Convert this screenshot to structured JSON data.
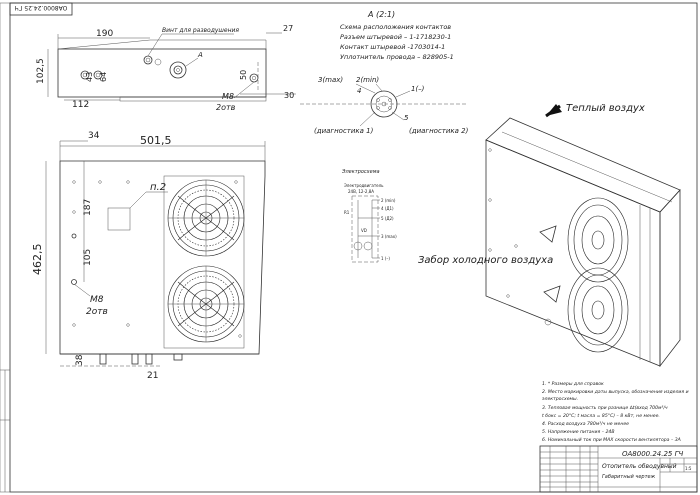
{
  "stamp": {
    "code": "OA8000.24.25 ГЧ"
  },
  "top_view": {
    "dims": {
      "d190": "190",
      "d27": "27",
      "d102": "102,5",
      "d43": "43",
      "d64": "64",
      "d112": "112",
      "d30": "30",
      "d50": "50"
    },
    "screw_label": "Винт для разводушения",
    "m8": "М8",
    "m8_qty": "2отв",
    "callout_a": "А"
  },
  "detail": {
    "title": "А (2:1)",
    "lines": [
      "Схема расположения контактов",
      "Разъем штыревой – 1-1718230-1",
      "Контакт штыревой -1703014-1",
      "Уплотнитель провода – 828905-1"
    ],
    "pins": [
      "3(max)",
      "2(min)",
      "4",
      "1(–)",
      "5"
    ],
    "diag1": "(диагностика 1)",
    "diag2": "(диагностика 2)"
  },
  "schematic": {
    "title": "Электросхема",
    "motor": "Электродвигатель",
    "motor_spec": "24В, 12-2,8А",
    "pins": [
      "2 (min)",
      "4 (Д1)",
      "5 (Д2)",
      "3 (max)",
      "1 (–)"
    ],
    "parts": [
      "VD",
      "R1"
    ]
  },
  "front_view": {
    "dims": {
      "d34": "34",
      "d501": "501,5",
      "d187": "187",
      "d462": "462,5",
      "d105": "105",
      "d38": "38",
      "d21": "21"
    },
    "note_p2": "п.2",
    "m8": "М8",
    "m8_qty": "2отв"
  },
  "iso_view": {
    "warm_air": "Теплый воздух",
    "cold_air": "Забор холодного воздуха"
  },
  "notes": [
    "1. * Размеры для справок",
    "2. Место маркировки даты выпуска, обозначения изделия и",
    "электросхемы.",
    "3. Тепловая мощность при разнице ∆t(вход 700м³/ч",
    "t бокс = 20°C; t масла = 85°C) – 8 кВт, не менее.",
    "4. Расход воздуха 780м³/ч не менее",
    "5. Напряжение питания – 24В",
    "6. Номинальный ток при MAX скорости вентилятора – 3А"
  ],
  "title_block": {
    "code": "OA8000.24.25 ГЧ",
    "name": "Отопитель обводувный",
    "doc": "Габаритный чертеж",
    "stage": "",
    "mass": "",
    "scale": "1:5"
  }
}
